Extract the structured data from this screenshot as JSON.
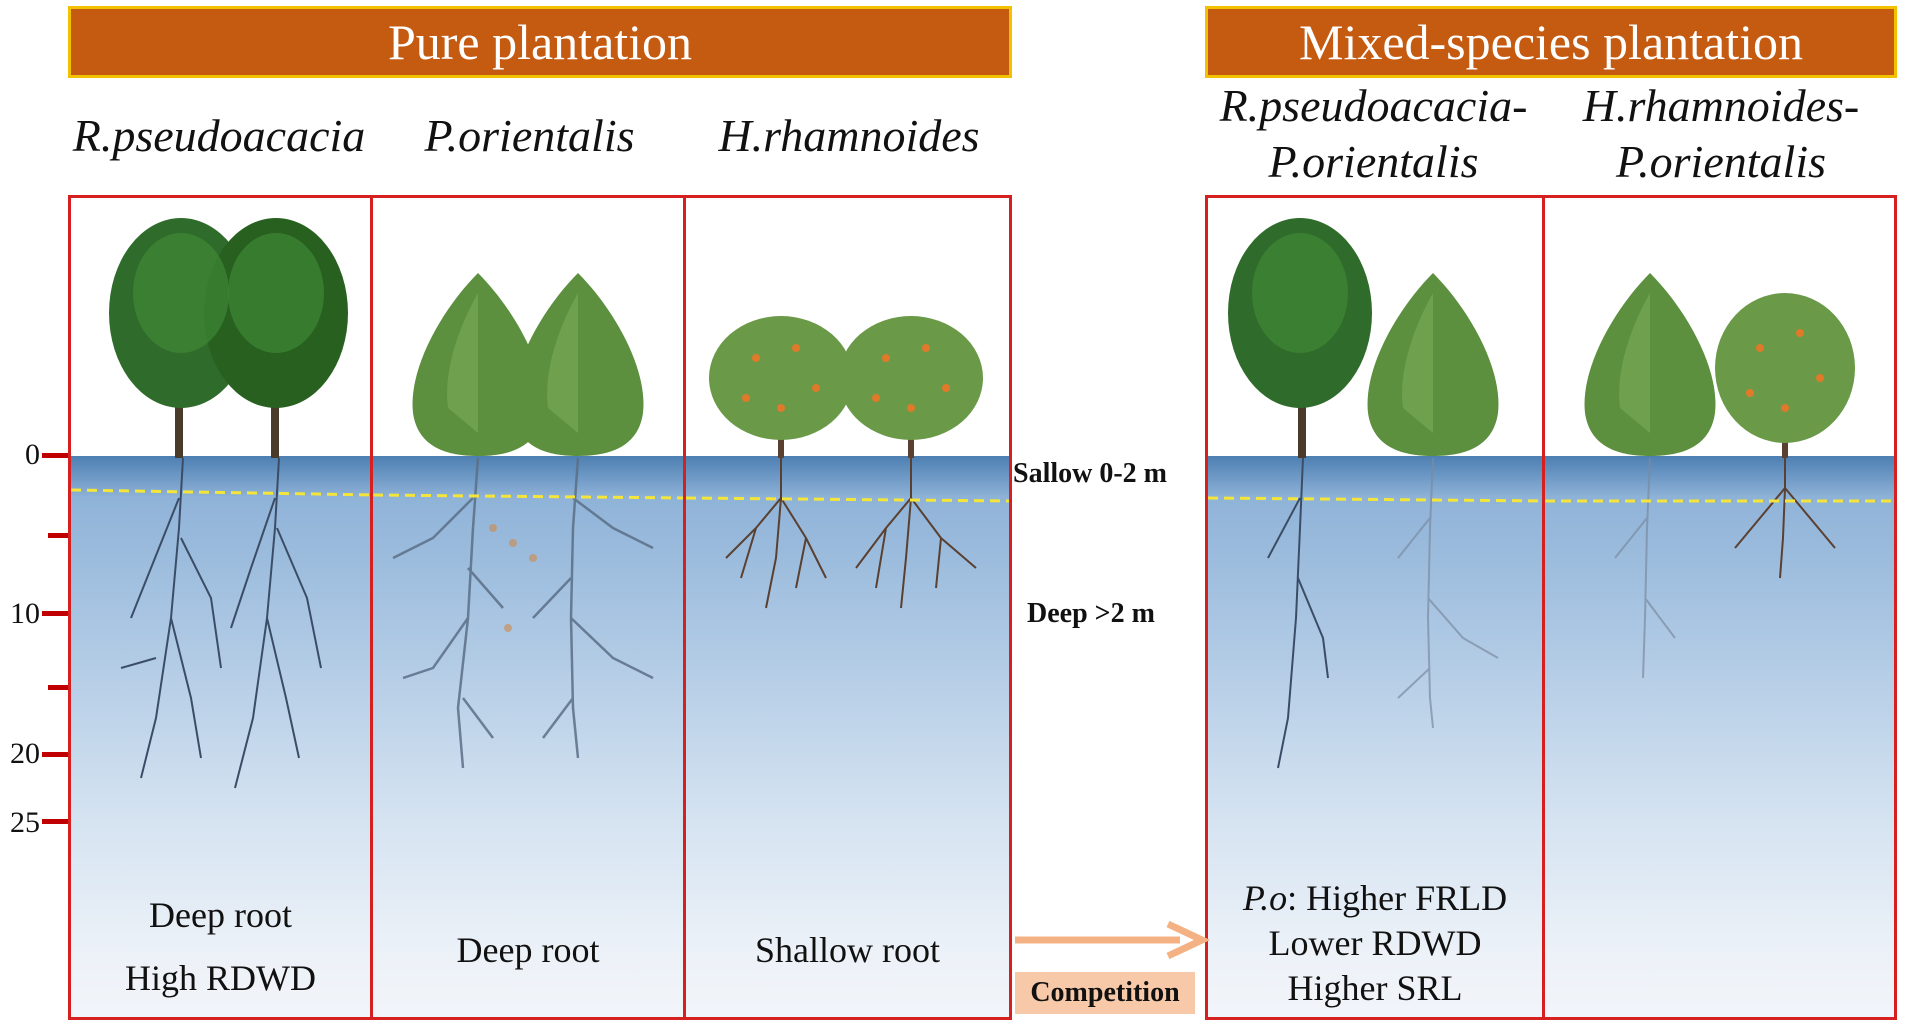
{
  "banners": {
    "pure": "Pure plantation",
    "mixed": "Mixed-species plantation"
  },
  "species_labels": {
    "rp": "R.pseudoacacia",
    "po": "P.orientalis",
    "hr": "H.rhamnoides",
    "mix1_line1": "R.pseudoacacia-",
    "mix1_line2": "P.orientalis",
    "mix2_line1": "H.rhamnoides-",
    "mix2_line2": "P.orientalis"
  },
  "depth_axis": {
    "ticks": [
      "0",
      "10",
      "20",
      "25"
    ]
  },
  "layers": {
    "shallow": "Sallow 0-2 m",
    "deep": "Deep >2 m"
  },
  "panel_text": {
    "rp_line1": "Deep root",
    "rp_line2": "High RDWD",
    "po": "Deep root",
    "hr": "Shallow root",
    "mix_prefix": "P.o",
    "mix_line1": ": Higher FRLD",
    "mix_line2": "Lower RDWD",
    "mix_line3": "Higher SRL"
  },
  "arrow_label": "Competition",
  "colors": {
    "banner": "#c55a11",
    "banner_border": "#f2c200",
    "panel_border": "#d62020",
    "shallow_line": "#f5e43a",
    "arrow": "#f4b183"
  },
  "icons": [
    "deciduous-tree-icon",
    "conifer-tree-icon",
    "shrub-icon",
    "root-system-icon"
  ]
}
